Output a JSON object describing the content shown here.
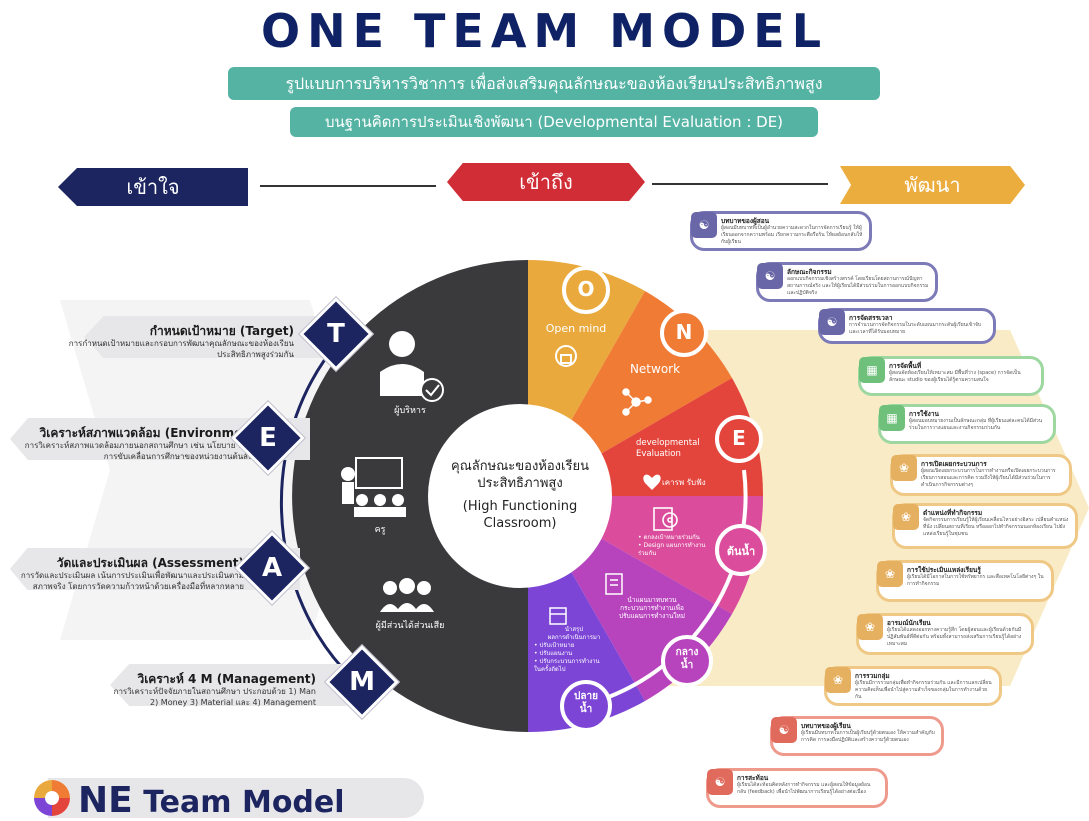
{
  "header": {
    "title": "ONE TEAM MODEL",
    "subtitle1": "รูปแบบการบริหารวิชาการ เพื่อส่งเสริมคุณลักษณะของห้องเรียนประสิทธิภาพสูง",
    "subtitle2": "บนฐานคิดการประเมินเชิงพัฒนา (Developmental Evaluation : DE)"
  },
  "sections": {
    "understand": "เข้าใจ",
    "access": "เข้าถึง",
    "develop": "พัฒนา"
  },
  "team": [
    {
      "letter": "T",
      "title": "กำหนดเป้าหมาย (Target)",
      "desc": "การกำหนดเป้าหมายและกรอบการพัฒนาคุณลักษณะของห้องเรียนประสิทธิภาพสูงร่วมกัน"
    },
    {
      "letter": "E",
      "title": "วิเคราะห์สภาพแวดล้อม (Environment)",
      "desc": "การวิเคราะห์สภาพแวดล้อมภายนอกสถานศึกษา เช่น นโยบาย ทิศทางการขับเคลื่อนการศึกษาของหน่วยงานต้นสังกัด"
    },
    {
      "letter": "A",
      "title": "วัดและประเมินผล (Assessment)",
      "desc": "การวัดและประเมินผล เน้นการประเมินเพื่อพัฒนาและประเมินตามสภาพจริง โดยการวัดความก้าวหน้าด้วยเครื่องมือที่หลากหลาย"
    },
    {
      "letter": "M",
      "title": "วิเคราะห์ 4 M (Management)",
      "desc": "การวิเคราะห์ปัจจัยภายในสถานศึกษา ประกอบด้วย 1) Man 2) Money 3) Material และ 4) Management"
    }
  ],
  "circle": {
    "center_line1": "คุณลักษณะของห้องเรียน",
    "center_line2": "ประสิทธิภาพสูง",
    "center_line3": "(High Functioning",
    "center_line4": "Classroom)",
    "admin_label": "ผู้บริหาร",
    "teacher_label": "ครู",
    "stakeholder_label": "ผู้มีส่วนได้ส่วนเสีย",
    "o_letter": "O",
    "o_label": "Open mind",
    "n_letter": "N",
    "n_label": "Network",
    "e_letter": "E",
    "e_label1": "developmental",
    "e_label2": "Evaluation",
    "e_heart_label": "เคารพ รับฟัง",
    "upstream": "ต้นน้ำ",
    "midstream1": "กลาง",
    "midstream2": "น้ำ",
    "downstream1": "ปลาย",
    "downstream2": "น้ำ",
    "upstream_items": [
      "• ตกลงเป้าหมายร่วมกัน",
      "• Design แผนการทำงาน",
      "ร่วมกัน"
    ],
    "midstream_text1": "นำแผนมาทบทวน",
    "midstream_text2": "กระบวนการทำงานเพื่อ",
    "midstream_text3": "ปรับแผนการทำงานใหม่",
    "downstream_title1": "นำสรุป",
    "downstream_title2": "ผลการดำเนินการมา",
    "downstream_items": [
      "• ปรับเป้าหมาย",
      "• ปรับแผนงาน",
      "• ปรับกระบวนการทำงาน",
      "ในครั้งถัดไป"
    ]
  },
  "roles": [
    {
      "title": "บทบาทของผู้สอน",
      "desc": "ผู้สอนมีบทบาทที่เป็นผู้อำนวยความสะดวกในการจัดการเรียนรู้ ให้ผู้เรียนออกจากความพร้อม เรียกความกระตือรือร้น ให้ผลย้อนกลับให้กับผู้เรียน"
    },
    {
      "title": "ลักษณะกิจกรรม",
      "desc": "ออกแบบกิจกรรมเชิงสร้างสรรค์ โดยเรียนโดยสถานการณ์ปัญหา สถานการณ์จริง และให้ผู้เรียนได้มีส่วนร่วมในการออกแบบกิจกรรม และปฏิบัติจริง"
    },
    {
      "title": "การจัดสรรเวลา",
      "desc": "การจำนวนการจัดกิจกรรมในระดับแผนมากระดับผู้เรียนเข้าจับ และเวลาที่ได้รับมอบหมาย"
    },
    {
      "title": "การจัดพื้นที่",
      "desc": "ผู้สอนจัดห้องเรียนให้เหมาะสม มีพื้นที่ว่าง (space) การจัดเป็นลักษณะ studio ของผู้เรียนได้รู้ตามความสนใจ"
    },
    {
      "title": "การใช้งาน",
      "desc": "ผู้สอนมอบหมายงานเป็นลักษณะกลุ่ม ที่ผู้เรียนแต่ละคนได้มีส่วนร่วมในการวางแผนและงานกิจกรรมร่วมกัน"
    },
    {
      "title": "การเปิดเผยกระบวนการ",
      "desc": "ผู้สอนเปิดเผยกระบวนการในการทำงานหรือเปิดเผยกระบวนการเรียนการสอนและการคิด รวมถึงให้ผู้เรียนได้มีส่วนร่วมในการดำเนินการกิจกรรมต่างๆ"
    },
    {
      "title": "ตำแหน่งที่ทำกิจกรรม",
      "desc": "จัดกิจกรรมการเรียนรู้ให้ผู้เรียนเคลื่อนไหวอย่างอิสระ เปลี่ยนตำแหน่งที่นั่ง เปลี่ยนสถานที่เรียน หรือออกไปทำกิจกรรมนอกห้องเรียน ไปยังแหล่งเรียนรู้ในชุมชน"
    },
    {
      "title": "การใช้ประเมินแหล่งเรียนรู้",
      "desc": "ผู้เรียนได้มีโอกาสในการใช้ทรัพยากร และสื่อเทคโนโลยีต่างๆ ในการทำกิจกรรม"
    },
    {
      "title": "อารมณ์นักเรียน",
      "desc": "ผู้เรียนได้แสดงออกทางความรู้สึก โดยผู้สอนและผู้เรียนด้วยกันมีปฏิสัมพันธ์ที่ดีต่อกัน พร้อมทั้งสามารถส่งเสริมการเรียนรู้ได้อย่างเหมาะสม"
    },
    {
      "title": "การรวมกลุ่ม",
      "desc": "ผู้เรียนมีการรวมกลุ่มเพื่อทำกิจกรรมร่วมกัน และมีการแลกเปลี่ยนความคิดเห็นเพื่อนำไปสู่ความสำเร็จของกลุ่มในการทำงานด้วยกัน"
    },
    {
      "title": "บทบาทของผู้เรียน",
      "desc": "ผู้เรียนมีบทบาทในการเป็นผู้เรียนรู้ด้วยตนเอง ให้ความสำคัญกับการคิด การลงมือปฏิบัติและสร้างความรู้ด้วยตนเอง"
    },
    {
      "title": "การสะท้อน",
      "desc": "ผู้เรียนได้สะท้อนคิดหลังการทำกิจกรรม และผู้สอนให้ข้อมูลย้อนกลับ (feedback) เพื่อนำไปพัฒนาการเรียนรู้ได้อย่างต่อเนื่อง"
    }
  ],
  "footer": {
    "logo_letters": "NE",
    "logo_text": "Team Model"
  },
  "colors": {
    "navy": "#1c2560",
    "red": "#d02d36",
    "gold": "#ecad3f",
    "teal": "#55b3a4",
    "segment_o": "#e9a93c",
    "segment_n": "#ef7b35",
    "segment_e": "#e3453c",
    "segment_upstream": "#db4d9c",
    "segment_midstream": "#b743bd",
    "segment_downstream": "#7c45d6"
  }
}
